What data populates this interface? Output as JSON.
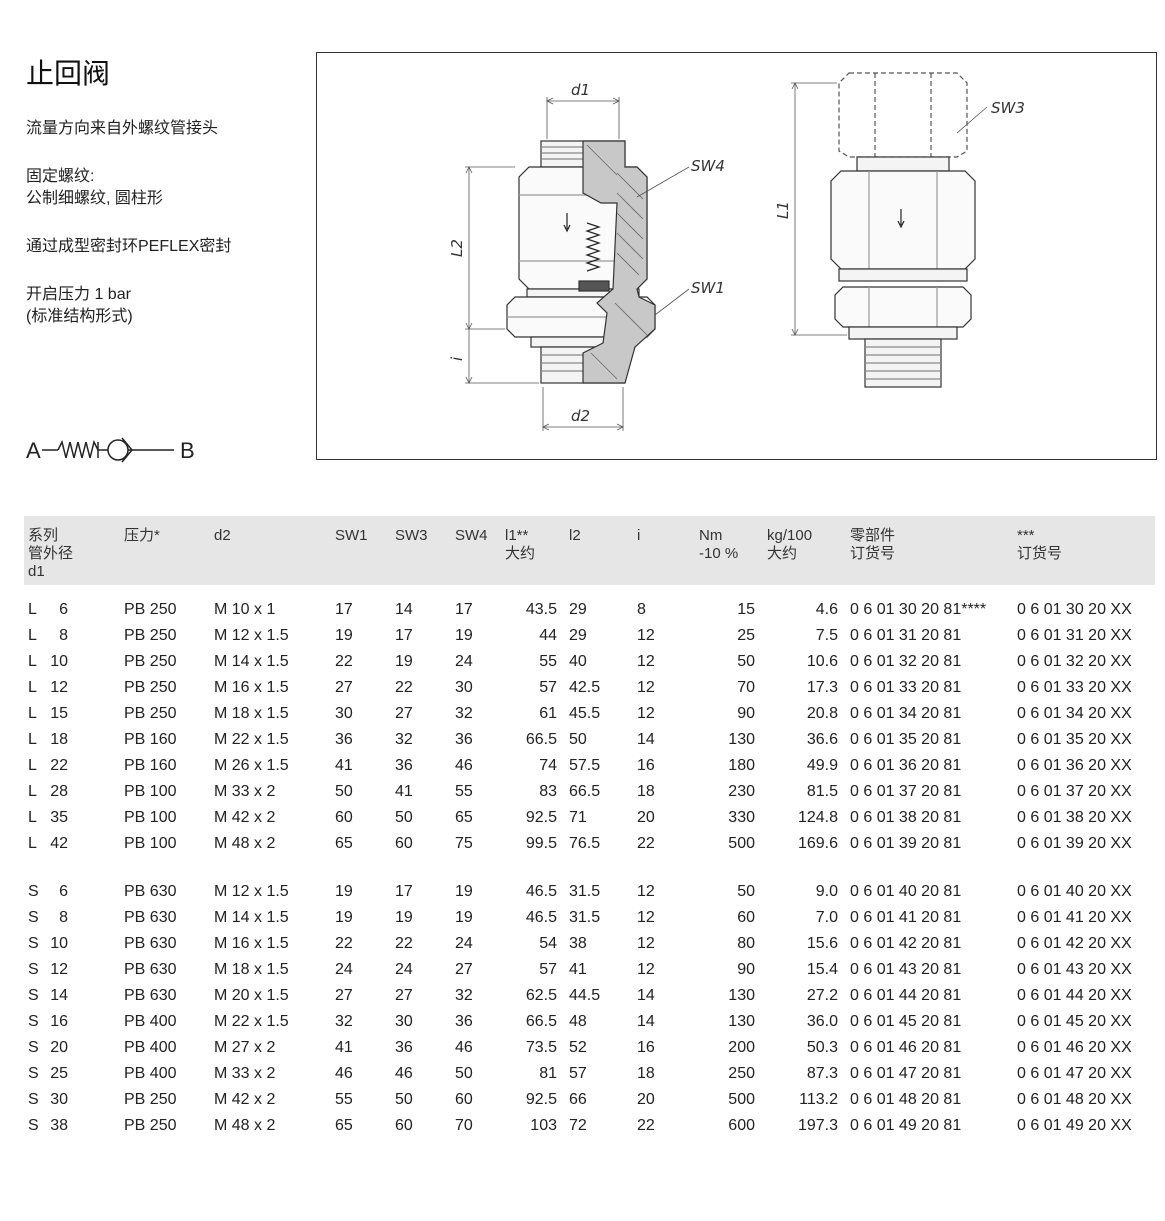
{
  "title": "止回阀",
  "desc": {
    "flow": "流量方向来自外螺纹管接头",
    "thread_head": "固定螺纹:",
    "thread_body": "公制细螺纹, 圆柱形",
    "seal": "通过成型密封环PEFLEX密封",
    "pressure": "开启压力 1 bar",
    "standard": "(标准结构形式)"
  },
  "symbol": {
    "a": "A",
    "b": "B"
  },
  "drawing": {
    "d1": "d1",
    "d2": "d2",
    "sw1": "SW1",
    "sw3": "SW3",
    "sw4": "SW4",
    "l1": "L1",
    "l2": "L2",
    "i": "i"
  },
  "table": {
    "headers": [
      [
        "系列",
        "管外径",
        "d1"
      ],
      [
        "压力*"
      ],
      [
        "d2"
      ],
      [
        "SW1"
      ],
      [
        "SW3"
      ],
      [
        "SW4"
      ],
      [
        "l1**",
        "大约"
      ],
      [
        "l2"
      ],
      [
        "i"
      ],
      [
        "Nm",
        "-10 %"
      ],
      [
        "kg/100",
        "大约"
      ],
      [
        "零部件",
        "订货号"
      ],
      [
        "***",
        "订货号"
      ]
    ],
    "groups": [
      [
        [
          "L",
          "6",
          "PB 250",
          "M 10 x 1",
          "17",
          "14",
          "17",
          "43.5",
          "29",
          "8",
          "15",
          "4.6",
          "0 6 01 30 20 81****",
          "0 6 01 30 20 XX"
        ],
        [
          "L",
          "8",
          "PB 250",
          "M 12 x 1.5",
          "19",
          "17",
          "19",
          "44",
          "29",
          "12",
          "25",
          "7.5",
          "0 6 01 31 20 81",
          "0 6 01 31 20 XX"
        ],
        [
          "L",
          "10",
          "PB 250",
          "M 14 x 1.5",
          "22",
          "19",
          "24",
          "55",
          "40",
          "12",
          "50",
          "10.6",
          "0 6 01 32 20 81",
          "0 6 01 32 20 XX"
        ],
        [
          "L",
          "12",
          "PB 250",
          "M 16 x 1.5",
          "27",
          "22",
          "30",
          "57",
          "42.5",
          "12",
          "70",
          "17.3",
          "0 6 01 33 20 81",
          "0 6 01 33 20 XX"
        ],
        [
          "L",
          "15",
          "PB 250",
          "M 18 x 1.5",
          "30",
          "27",
          "32",
          "61",
          "45.5",
          "12",
          "90",
          "20.8",
          "0 6 01 34 20 81",
          "0 6 01 34 20 XX"
        ],
        [
          "L",
          "18",
          "PB 160",
          "M 22 x 1.5",
          "36",
          "32",
          "36",
          "66.5",
          "50",
          "14",
          "130",
          "36.6",
          "0 6 01 35 20 81",
          "0 6 01 35 20 XX"
        ],
        [
          "L",
          "22",
          "PB 160",
          "M 26 x 1.5",
          "41",
          "36",
          "46",
          "74",
          "57.5",
          "16",
          "180",
          "49.9",
          "0 6 01 36 20 81",
          "0 6 01 36 20 XX"
        ],
        [
          "L",
          "28",
          "PB 100",
          "M 33 x 2",
          "50",
          "41",
          "55",
          "83",
          "66.5",
          "18",
          "230",
          "81.5",
          "0 6 01 37 20 81",
          "0 6 01 37 20 XX"
        ],
        [
          "L",
          "35",
          "PB 100",
          "M 42 x 2",
          "60",
          "50",
          "65",
          "92.5",
          "71",
          "20",
          "330",
          "124.8",
          "0 6 01 38 20 81",
          "0 6 01 38 20 XX"
        ],
        [
          "L",
          "42",
          "PB 100",
          "M 48 x 2",
          "65",
          "60",
          "75",
          "99.5",
          "76.5",
          "22",
          "500",
          "169.6",
          "0 6 01 39 20 81",
          "0 6 01 39 20 XX"
        ]
      ],
      [
        [
          "S",
          "6",
          "PB 630",
          "M 12 x 1.5",
          "19",
          "17",
          "19",
          "46.5",
          "31.5",
          "12",
          "50",
          "9.0",
          "0 6 01 40 20 81",
          "0 6 01 40 20 XX"
        ],
        [
          "S",
          "8",
          "PB 630",
          "M 14 x 1.5",
          "19",
          "19",
          "19",
          "46.5",
          "31.5",
          "12",
          "60",
          "7.0",
          "0 6 01 41 20 81",
          "0 6 01 41 20 XX"
        ],
        [
          "S",
          "10",
          "PB 630",
          "M 16 x 1.5",
          "22",
          "22",
          "24",
          "54",
          "38",
          "12",
          "80",
          "15.6",
          "0 6 01 42 20 81",
          "0 6 01 42 20 XX"
        ],
        [
          "S",
          "12",
          "PB 630",
          "M 18 x 1.5",
          "24",
          "24",
          "27",
          "57",
          "41",
          "12",
          "90",
          "15.4",
          "0 6 01 43 20 81",
          "0 6 01 43 20 XX"
        ],
        [
          "S",
          "14",
          "PB 630",
          "M 20 x 1.5",
          "27",
          "27",
          "32",
          "62.5",
          "44.5",
          "14",
          "130",
          "27.2",
          "0 6 01 44 20 81",
          "0 6 01 44 20 XX"
        ],
        [
          "S",
          "16",
          "PB 400",
          "M 22 x 1.5",
          "32",
          "30",
          "36",
          "66.5",
          "48",
          "14",
          "130",
          "36.0",
          "0 6 01 45 20 81",
          "0 6 01 45 20 XX"
        ],
        [
          "S",
          "20",
          "PB 400",
          "M 27 x 2",
          "41",
          "36",
          "46",
          "73.5",
          "52",
          "16",
          "200",
          "50.3",
          "0 6 01 46 20 81",
          "0 6 01 46 20 XX"
        ],
        [
          "S",
          "25",
          "PB 400",
          "M 33 x 2",
          "46",
          "46",
          "50",
          "81",
          "57",
          "18",
          "250",
          "87.3",
          "0 6 01 47 20 81",
          "0 6 01 47 20 XX"
        ],
        [
          "S",
          "30",
          "PB 250",
          "M 42 x 2",
          "55",
          "50",
          "60",
          "92.5",
          "66",
          "20",
          "500",
          "113.2",
          "0 6 01 48 20 81",
          "0 6 01 48 20 XX"
        ],
        [
          "S",
          "38",
          "PB 250",
          "M 48 x 2",
          "65",
          "60",
          "70",
          "103",
          "72",
          "22",
          "600",
          "197.3",
          "0 6 01 49 20 81",
          "0 6 01 49 20 XX"
        ]
      ]
    ]
  }
}
